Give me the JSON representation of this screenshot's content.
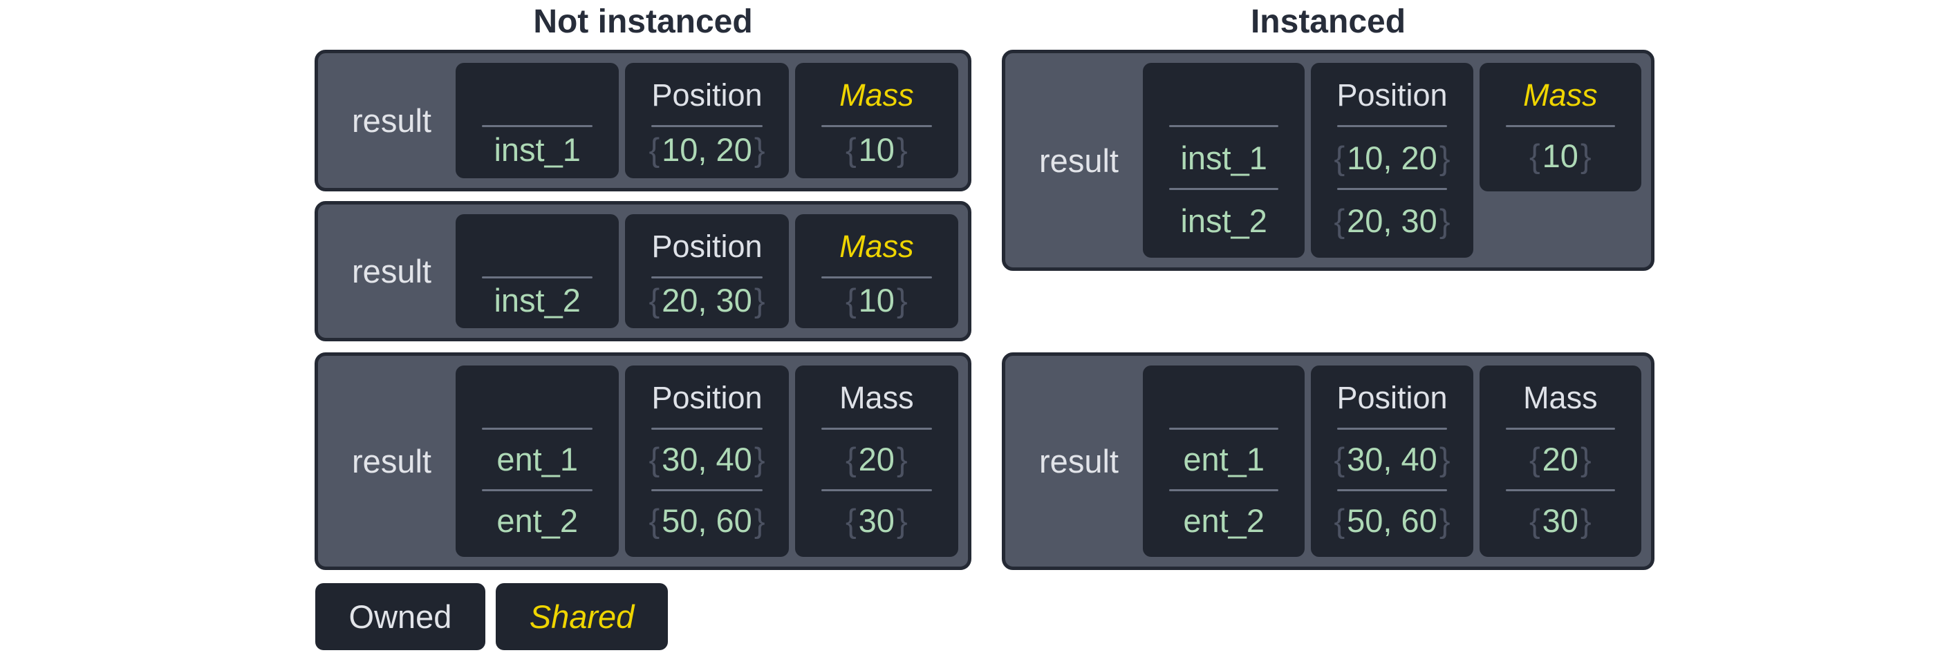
{
  "titles": {
    "not_instanced": "Not instanced",
    "instanced": "Instanced"
  },
  "glyphs": {
    "open_brace": "{",
    "close_brace": "}"
  },
  "legend": {
    "owned": "Owned",
    "shared": "Shared"
  },
  "colors": {
    "page_background": "#ffffff",
    "box_background": "#515765",
    "box_border": "#242934",
    "cell_background": "#20252f",
    "header_text": "#dfe2e8",
    "result_text": "#e2e4e9",
    "value_green": "#aed9b6",
    "brace_gray": "#4c5262",
    "shared_yellow": "#efd500",
    "title_text": "#272d3a",
    "divider": "#6b7282"
  },
  "boxes": {
    "ni1": {
      "result": "result",
      "entities": [
        "inst_1"
      ],
      "position": {
        "header": "Position",
        "values": [
          "10, 20"
        ]
      },
      "mass": {
        "header": "Mass",
        "shared": true,
        "values": [
          "10"
        ]
      }
    },
    "ni2": {
      "result": "result",
      "entities": [
        "inst_2"
      ],
      "position": {
        "header": "Position",
        "values": [
          "20, 30"
        ]
      },
      "mass": {
        "header": "Mass",
        "shared": true,
        "values": [
          "10"
        ]
      }
    },
    "ni3": {
      "result": "result",
      "entities": [
        "ent_1",
        "ent_2"
      ],
      "position": {
        "header": "Position",
        "values": [
          "30, 40",
          "50, 60"
        ]
      },
      "mass": {
        "header": "Mass",
        "shared": false,
        "values": [
          "20",
          "30"
        ]
      }
    },
    "i1": {
      "result": "result",
      "entities": [
        "inst_1",
        "inst_2"
      ],
      "position": {
        "header": "Position",
        "values": [
          "10, 20",
          "20, 30"
        ]
      },
      "mass": {
        "header": "Mass",
        "shared": true,
        "values": [
          "10"
        ]
      }
    },
    "i2": {
      "result": "result",
      "entities": [
        "ent_1",
        "ent_2"
      ],
      "position": {
        "header": "Position",
        "values": [
          "30, 40",
          "50, 60"
        ]
      },
      "mass": {
        "header": "Mass",
        "shared": false,
        "values": [
          "20",
          "30"
        ]
      }
    }
  }
}
